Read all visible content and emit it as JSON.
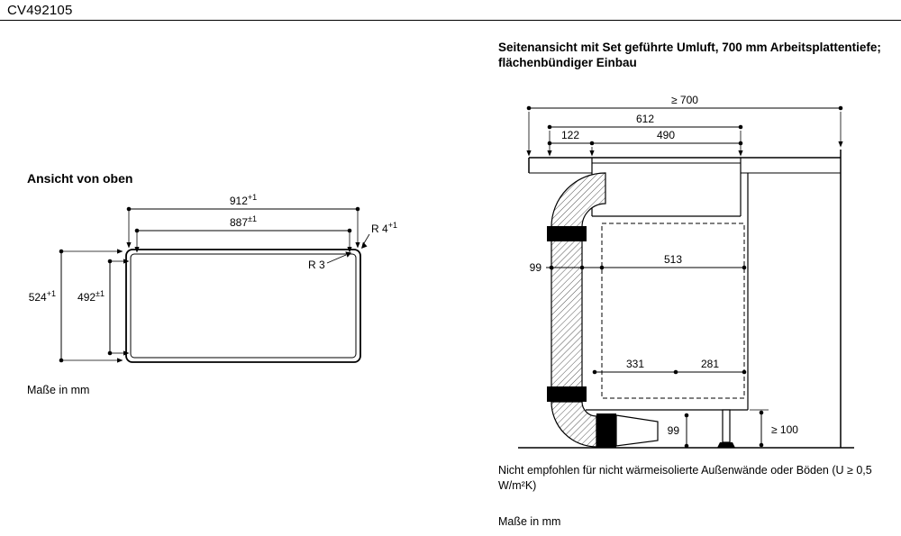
{
  "header": {
    "doc_number": "CV492105"
  },
  "top_view": {
    "title": "Ansicht von oben",
    "units_note": "Maße in mm",
    "dims": {
      "outer_width": {
        "v": "912",
        "sup": "+1"
      },
      "inner_width": {
        "v": "887",
        "sup": "±1"
      },
      "outer_height": {
        "v": "524",
        "sup": "+1"
      },
      "inner_height": {
        "v": "492",
        "sup": "±1"
      },
      "outer_corner_radius": {
        "v": "R 4",
        "sup": "+1"
      },
      "inner_corner_radius": "R 3"
    }
  },
  "side_view": {
    "title_lines": [
      "Seitenansicht mit Set geführte Umluft, 700 mm Arbeitsplattentiefe;",
      "flächenbündiger Einbau"
    ],
    "dims": {
      "worktop_depth_min": "≥ 700",
      "front_to_rear": "612",
      "front_offset": "122",
      "appliance_depth": "490",
      "duct_depth": "99",
      "interior_depth": "513",
      "bottom_front": "331",
      "bottom_rear": "281",
      "plinth_duct_height": "99",
      "plinth_height_min": "≥ 100"
    },
    "note": "Nicht empfohlen für nicht wärmeisolierte Außenwände oder Böden (U ≥ 0,5 W/m²K)",
    "units_note": "Maße in mm"
  }
}
